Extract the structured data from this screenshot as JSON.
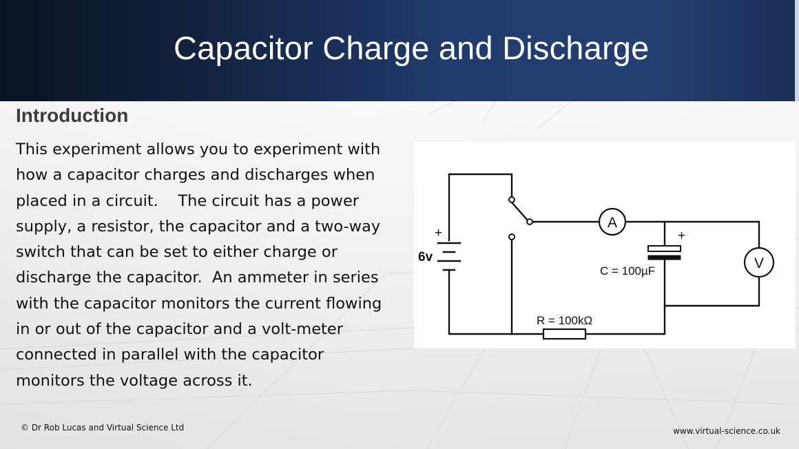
{
  "slide": {
    "title": "Capacitor Charge and Discharge",
    "section_heading": "Introduction",
    "body_lines": [
      "This experiment allows you to experiment with",
      "how a capacitor charges and discharges when",
      "placed in a circuit.    The circuit has a power",
      "supply, a resistor, the capacitor and a two-way",
      "switch that can be set to either charge or",
      "discharge the capacitor.  An ammeter in series",
      "with the capacitor monitors the current flowing",
      "in or out of the capacitor and a volt-meter",
      "connected in parallel with the capacitor",
      "monitors the voltage across it."
    ]
  },
  "circuit": {
    "battery_label": "6v",
    "battery_plus": "+",
    "ammeter_label": "A",
    "voltmeter_label": "V",
    "capacitor_plus": "+",
    "capacitor_label": "C = 100µF",
    "resistor_label": "R = 100kΩ"
  },
  "footer": {
    "copyright": "© Dr Rob Lucas and Virtual Science Ltd",
    "website": "www.virtual-science.co.uk"
  },
  "colors": {
    "header_dark": "#0b1222",
    "header_blue": "#243f72",
    "title_text": "#ffffff"
  }
}
